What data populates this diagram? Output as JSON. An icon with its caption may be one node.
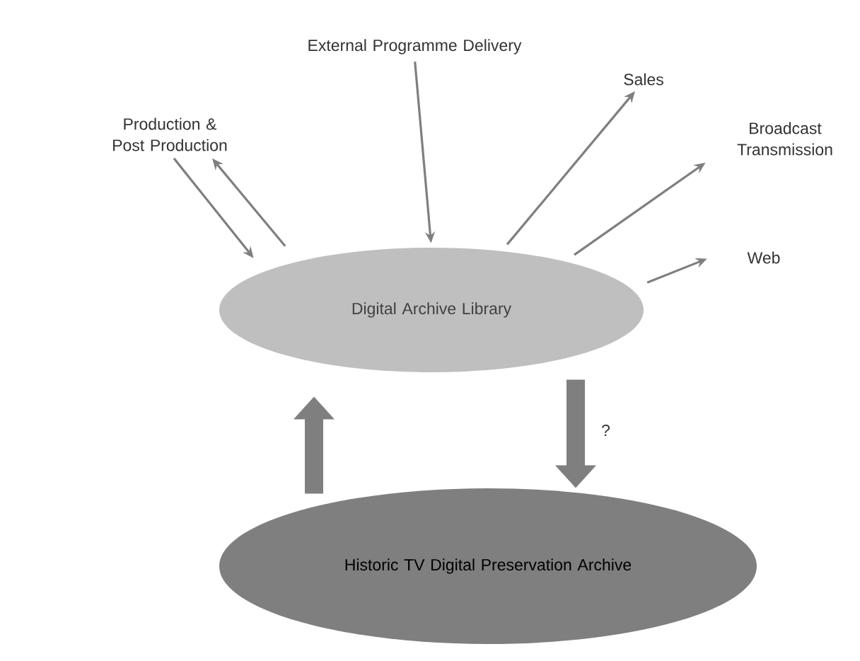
{
  "diagram": {
    "nodes": [
      {
        "text": [
          "Production & Post Production"
        ]
      },
      {
        "text": [
          "External Programme Delivery"
        ]
      },
      {
        "text": [
          "Sales"
        ]
      },
      {
        "text": [
          "Broadcast Transmission"
        ]
      },
      {
        "text": [
          "Web"
        ]
      },
      {
        "text": [
          "Digital Archive Library"
        ]
      },
      {
        "text": [
          "Historic TV Digital Preservation Archive"
        ]
      }
    ],
    "edges": [
      {
        "from": 0,
        "to": 5,
        "arrow": "to"
      },
      {
        "from": 5,
        "to": 0,
        "arrow": "to"
      },
      {
        "from": 1,
        "to": 5,
        "arrow": "to"
      },
      {
        "from": 5,
        "to": 2,
        "arrow": "to"
      },
      {
        "from": 5,
        "to": 3,
        "arrow": "to"
      },
      {
        "from": 5,
        "to": 4,
        "arrow": "to"
      },
      {
        "from": 6,
        "to": 5,
        "arrow": "to",
        "style": "thick"
      },
      {
        "from": 5,
        "to": 6,
        "arrow": "to",
        "style": "thick",
        "label": "?"
      }
    ]
  }
}
